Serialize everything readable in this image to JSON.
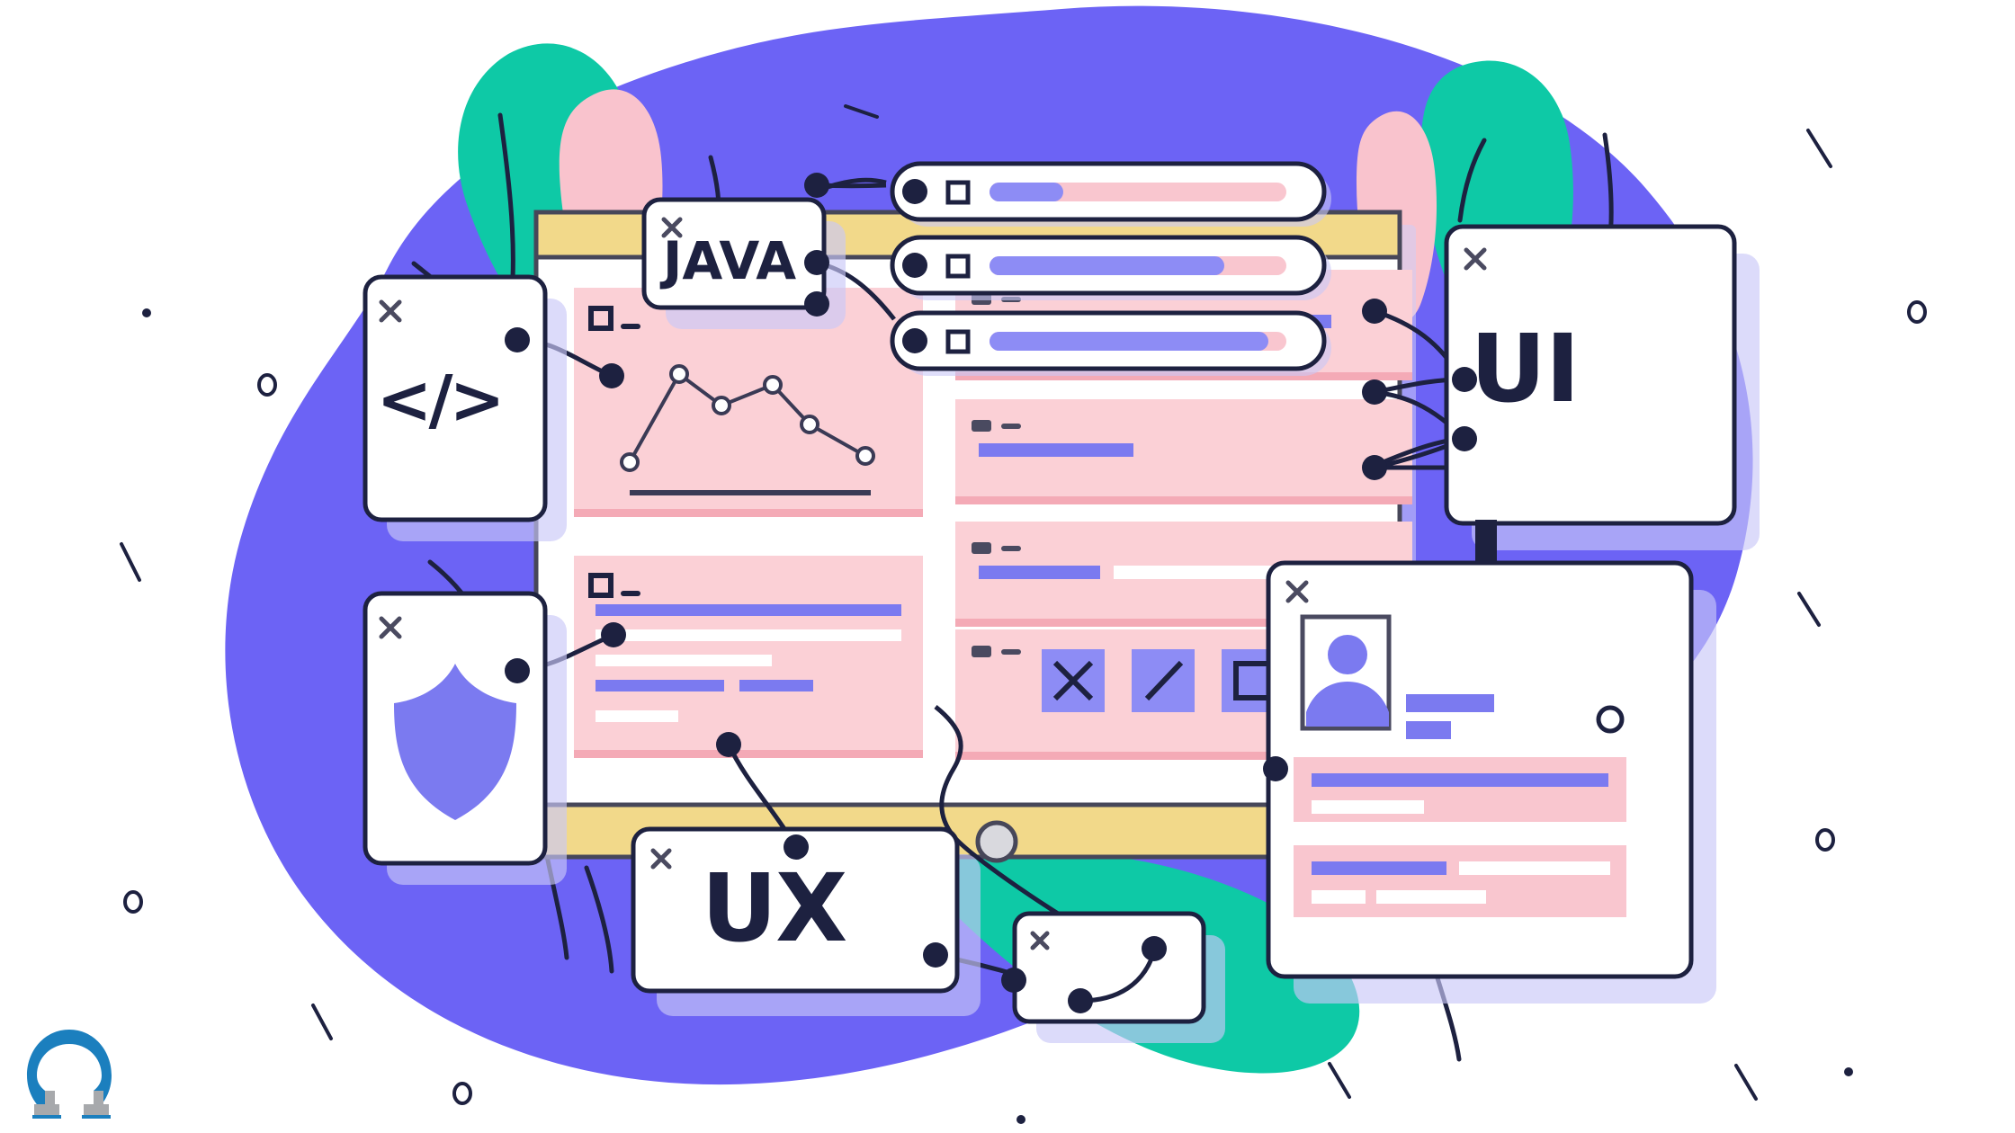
{
  "scene": {
    "title": "Web development concept illustration",
    "background_color": "#ffffff",
    "blob_primary": "#6c63f5",
    "blob_teal": "#0ec9a6",
    "blob_pink": "#f9c3cd",
    "accent_indigo": "#7b7af0",
    "accent_pink": "#f8c4cd",
    "accent_pink_soft": "#fadbe1",
    "accent_yellow": "#f2d98a",
    "ink": "#1d2140"
  },
  "browser_window": {
    "name": "browser-window",
    "titlebar_color": "#f2d98a",
    "statusbar_color": "#f2d98a",
    "body_color": "#ffffff",
    "status_knob": "#d9d9de",
    "left_column": {
      "cards": [
        {
          "name": "chart-card",
          "bg": "#fbd0d6",
          "header_icon": "square-outline-icon",
          "header_dash": "dash-icon",
          "chart": true,
          "baseline": true
        },
        {
          "name": "text-card",
          "bg": "#fbd0d6",
          "header_icon": "square-outline-icon",
          "header_dash": "dash-icon",
          "lines": [
            {
              "color": "#7b7af0",
              "width": 86
            },
            {
              "color": "#ffffff",
              "width": 86
            },
            {
              "color": "#ffffff",
              "width": 52
            },
            {
              "color": "#7b7af0",
              "width": 37
            },
            {
              "color": "#7b7af0",
              "width": 22,
              "offset": 42
            },
            {
              "color": "#ffffff",
              "width": 24
            }
          ]
        }
      ]
    },
    "right_column": {
      "rows": [
        {
          "name": "list-row-1",
          "bg": "#fbd0d6",
          "icon": "chip-icon",
          "dash": "dash-icon",
          "segments": [
            {
              "color": "#7b7af0",
              "width": 24
            },
            {
              "color": "#ffffff",
              "width": 14
            },
            {
              "color": "#7b7af0",
              "width": 52
            }
          ]
        },
        {
          "name": "list-row-2",
          "bg": "#fbd0d6",
          "icon": "chip-icon",
          "dash": "dash-icon",
          "segments": [
            {
              "color": "#7b7af0",
              "width": 32
            }
          ]
        },
        {
          "name": "list-row-3",
          "bg": "#fbd0d6",
          "icon": "chip-icon",
          "dash": "dash-icon",
          "segments": [
            {
              "color": "#7b7af0",
              "width": 26
            },
            {
              "color": "#ffffff",
              "width": 42,
              "offset": 4
            }
          ]
        },
        {
          "name": "toolbar-row",
          "bg": "#fbd0d6",
          "icon": "chip-icon",
          "dash": "dash-icon",
          "tool_buttons": [
            {
              "name": "close-tool-button",
              "icon": "x-icon",
              "bg": "#8d8cf5"
            },
            {
              "name": "pen-tool-button",
              "icon": "slash-icon",
              "bg": "#8d8cf5"
            },
            {
              "name": "frame-tool-button",
              "icon": "square-outline-icon",
              "bg": "#8d8cf5"
            }
          ]
        }
      ]
    }
  },
  "progress_cards": [
    {
      "name": "progress-card-1",
      "node_icon": "connector-dot",
      "leading_icon": "square-outline-icon",
      "fill_color": "#8d8cf5",
      "track_color": "#f9c6cf",
      "percent": 25
    },
    {
      "name": "progress-card-2",
      "node_icon": "connector-dot",
      "leading_icon": "square-outline-icon",
      "fill_color": "#8d8cf5",
      "track_color": "#f9c6cf",
      "percent": 79
    },
    {
      "name": "progress-card-3",
      "node_icon": "connector-dot",
      "leading_icon": "square-outline-icon",
      "fill_color": "#8d8cf5",
      "track_color": "#f9c6cf",
      "percent": 94
    }
  ],
  "floating_cards": [
    {
      "name": "card-code",
      "close_icon": "x-icon",
      "label": "</>",
      "kind": "glyph"
    },
    {
      "name": "card-java",
      "close_icon": "x-icon",
      "label": "JAVA",
      "kind": "text"
    },
    {
      "name": "card-ui",
      "close_icon": "x-icon",
      "label": "UI",
      "kind": "text"
    },
    {
      "name": "card-ux",
      "close_icon": "x-icon",
      "label": "UX",
      "kind": "text"
    },
    {
      "name": "card-shield",
      "close_icon": "x-icon",
      "label": "",
      "kind": "shield-icon",
      "shield_color": "#7b7af0"
    },
    {
      "name": "card-curve",
      "close_icon": "x-icon",
      "label": "",
      "kind": "bezier-curve-icon"
    },
    {
      "name": "card-profile",
      "close_icon": "x-icon",
      "label": "",
      "kind": "profile",
      "avatar_icon": "person-icon",
      "avatar_color": "#7b7af0",
      "radio_icon": "radio-unchecked-icon",
      "name_bar_color": "#7b7af0",
      "sub_bar_color": "#7b7af0",
      "blocks": [
        {
          "bg": "#f9c6cf",
          "lines": [
            {
              "color": "#7b7af0",
              "width": 92
            },
            {
              "color": "#ffffff",
              "width": 37
            }
          ]
        },
        {
          "bg": "#f9c6cf",
          "lines": [
            {
              "color": "#7b7af0",
              "width": 45
            },
            {
              "color": "#ffffff",
              "width": 48,
              "offset": 48
            },
            {
              "color": "#ffffff",
              "width": 18
            },
            {
              "color": "#ffffff",
              "width": 37,
              "offset": 21
            }
          ]
        }
      ]
    }
  ],
  "brand": {
    "name": "omega-logo",
    "glyph": "omega-icon",
    "color_top": "#1b7fbe",
    "color_bottom": "#a7a9ac"
  },
  "chart_data": {
    "type": "line",
    "title": "",
    "xlabel": "",
    "ylabel": "",
    "x": [
      1,
      2,
      3,
      4,
      5,
      6
    ],
    "values": [
      12,
      78,
      36,
      68,
      44,
      28
    ],
    "ylim": [
      0,
      100
    ],
    "grid": false,
    "legend": null,
    "marker": "circle-open",
    "line_color": "#3a3a55",
    "marker_fill": "#ffffff",
    "series": [
      {
        "name": "series-1",
        "values": [
          12,
          78,
          36,
          68,
          44,
          28
        ]
      }
    ]
  }
}
